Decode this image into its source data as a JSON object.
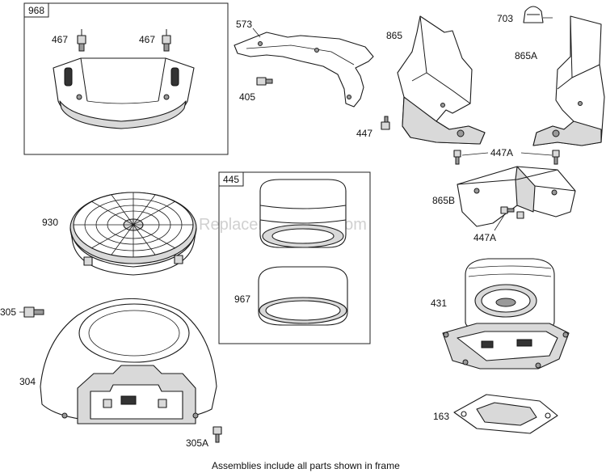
{
  "frames": {
    "left_frame_tag": "968",
    "middle_frame_tag": "445"
  },
  "labels": {
    "p467a": "467",
    "p467b": "467",
    "p573": "573",
    "p405": "405",
    "p865": "865",
    "p703": "703",
    "p865A": "865A",
    "p447": "447",
    "p447A_top": "447A",
    "p865B": "865B",
    "p447A_bottom": "447A",
    "p930": "930",
    "p967": "967",
    "p431": "431",
    "p305": "305",
    "p304": "304",
    "p305A": "305A",
    "p163": "163"
  },
  "watermark": "ReplacementParts.com",
  "footer": "Assemblies include all parts shown in frame"
}
